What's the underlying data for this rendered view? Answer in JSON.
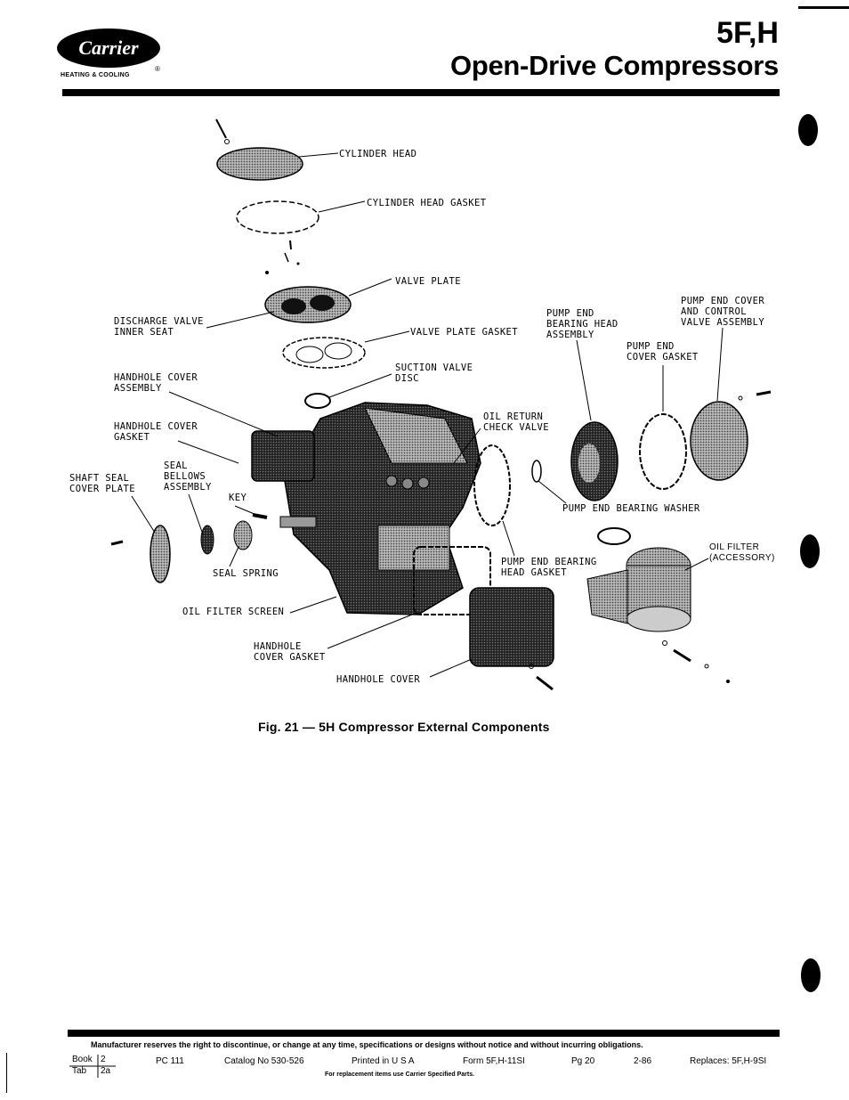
{
  "header": {
    "brand": "Carrier",
    "brand_sub": "HEATING & COOLING",
    "registered": "®",
    "model": "5F,H",
    "title": "Open-Drive Compressors"
  },
  "figure": {
    "labels": {
      "cylinder_head": "CYLINDER HEAD",
      "cylinder_head_gasket": "CYLINDER HEAD GASKET",
      "valve_plate": "VALVE PLATE",
      "discharge_valve_inner_seat": "DISCHARGE VALVE\nINNER SEAT",
      "valve_plate_gasket": "VALVE PLATE GASKET",
      "suction_valve_disc": "SUCTION VALVE\nDISC",
      "handhole_cover_assembly": "HANDHOLE COVER\nASSEMBLY",
      "handhole_cover_gasket_upper": "HANDHOLE COVER\nGASKET",
      "seal_bellows_assembly": "SEAL\nBELLOWS\nASSEMBLY",
      "shaft_seal_cover_plate": "SHAFT SEAL\nCOVER PLATE",
      "key": "KEY",
      "seal_spring": "SEAL SPRING",
      "oil_filter_screen": "OIL FILTER SCREEN",
      "handhole_cover_gasket_lower": "HANDHOLE\nCOVER GASKET",
      "handhole_cover": "HANDHOLE COVER",
      "oil_return_check_valve": "OIL RETURN\nCHECK VALVE",
      "pump_end_bearing_head_assembly": "PUMP END\nBEARING HEAD\nASSEMBLY",
      "pump_end_cover_gasket": "PUMP END\nCOVER GASKET",
      "pump_end_cover_control_valve": "PUMP END COVER\nAND CONTROL\nVALVE ASSEMBLY",
      "pump_end_bearing_washer": "PUMP END BEARING WASHER",
      "pump_end_bearing_head_gasket": "PUMP END BEARING\nHEAD GASKET",
      "oil_filter_accessory": "OIL FILTER\n(ACCESSORY)"
    },
    "caption": "Fig. 21 — 5H Compressor External Components"
  },
  "footer": {
    "disclaimer": "Manufacturer reserves the right to discontinue, or change at any time, specifications or designs without notice and without incurring obligations.",
    "book_label": "Book",
    "book_value": "2",
    "tab_label": "Tab",
    "tab_value": "2a",
    "pc": "PC 111",
    "catalog": "Catalog No 530-526",
    "printed": "Printed in U S A",
    "form": "Form 5F,H-11SI",
    "page": "Pg 20",
    "date": "2-86",
    "replaces": "Replaces:  5F,H-9SI",
    "replacement_note": "For replacement items use Carrier Specified Parts."
  }
}
